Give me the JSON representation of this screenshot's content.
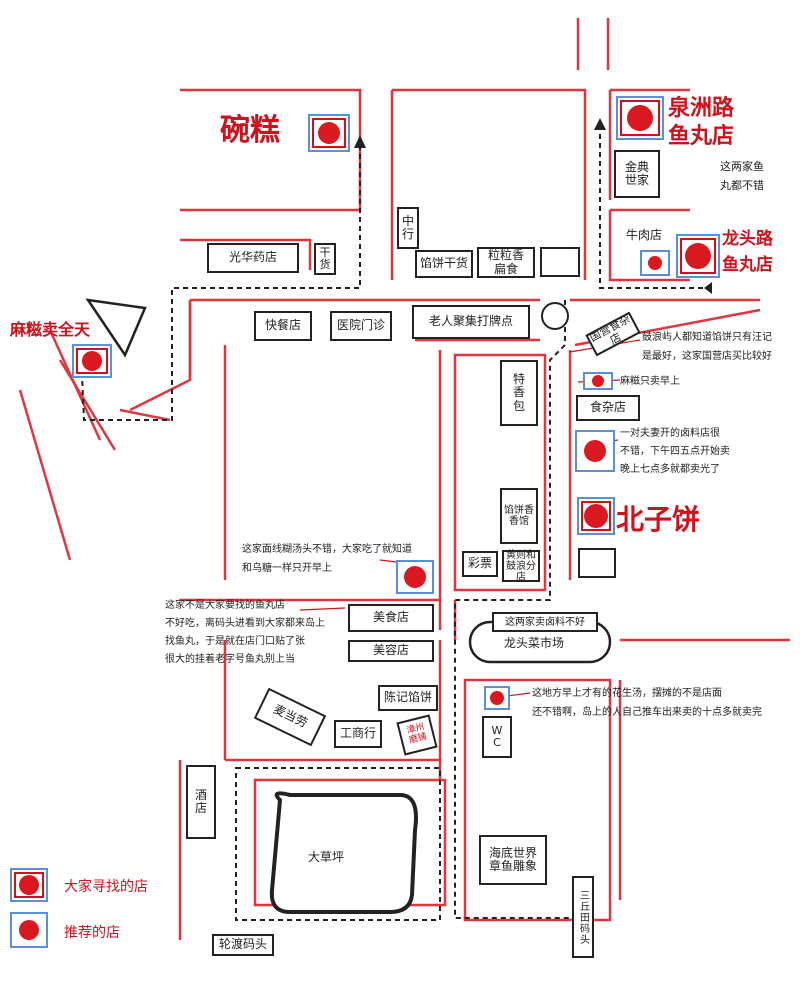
{
  "colors": {
    "road": "#e0373f",
    "marker": "#d9191f",
    "frame": "#5b8fd6",
    "shop_border": "#222222"
  },
  "titles": {
    "wangao": "碗糕",
    "quanzhou": "泉洲路\n鱼丸店",
    "longtou": "龙头路\n鱼丸店",
    "beizi": "北子饼",
    "maci": "麻糍卖全天"
  },
  "shops": {
    "jindian": "金典\n世家",
    "zhongxing": "中\n行",
    "guanghua": "光华药店",
    "ganhuo": "干\n货",
    "xianbing_ganhuo": "馅饼干货",
    "lilixiang": "粒粒香\n扁食",
    "niurou": "牛肉店",
    "kuaican": "快餐店",
    "yiyuan": "医院门诊",
    "laoren": "老人聚集打牌点",
    "guoying": "国营食杂店",
    "shizadian": "食杂店",
    "texiangbao": "特\n香\n包",
    "xiangchuang": "馅饼香\n香馆",
    "caipiao": "彩票",
    "huangzehe": "黄则和\n鼓浪分店",
    "meishi": "美食店",
    "meirong": "美容店",
    "chenji": "陈记馅饼",
    "maidanglao": "麦当劳",
    "gongshang": "工商行",
    "mopu": "漳州\n磨铺",
    "wc": "W\nC",
    "jiudian": "酒\n店",
    "haidi": "海底世界\n章鱼雕象",
    "sanqiu": "三丘田码头",
    "lundu": "轮渡码头",
    "longtou_caishi": "龙头菜市场",
    "dacaoping": "大草坪"
  },
  "notes": {
    "two_shops": "这两家鱼\n丸都不错",
    "xianbing": "鼓浪屿人都知道馅饼只有汪记\n是最好，这家国营店买比较好",
    "maci_morning": "麻糍只卖早上",
    "luliao": "一对夫妻开的卤料店很\n不错，下午四五点开始卖\n晚上七点多就都卖光了",
    "mianxian": "这家面线糊汤头不错，大家吃了就知道\n和乌糖一样只开早上",
    "fake_yuwan": "这家不是大家要找的鱼丸店\n不好吃，离码头进看到大家都来岛上\n找鱼丸，于是就在店门口贴了张\n很大的挂着老字号鱼丸别上当",
    "luliao_bad": "这两家卖卤料不好",
    "peanut": "这地方早上才有的花生汤，摆摊的不是店面\n还不错啊，岛上的人自己推车出来卖的十点多就卖完"
  },
  "legend": {
    "sought": "大家寻找的店",
    "recommended": "推荐的店"
  },
  "icons": [
    "circle-marker-icon",
    "framed-marker-icon",
    "arrow-icon"
  ]
}
